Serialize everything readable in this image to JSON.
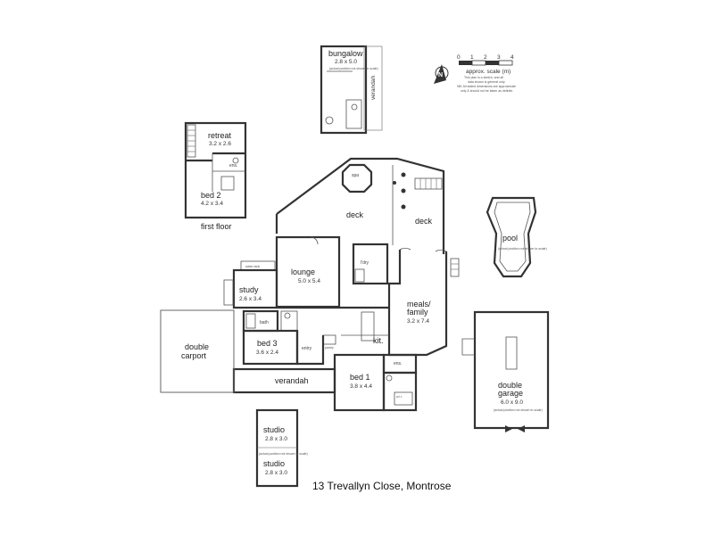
{
  "rooms": {
    "bungalow": {
      "name": "bungalow",
      "dims": "2.8 x 5.0",
      "note": "(actual position not shown to scale)"
    },
    "verandah_top": {
      "name": "verandah"
    },
    "retreat": {
      "name": "retreat",
      "dims": "3.2 x 2.6"
    },
    "ens_first": {
      "name": "ens."
    },
    "bed2": {
      "name": "bed 2",
      "dims": "4.2 x 3.4"
    },
    "first_floor": {
      "name": "first floor"
    },
    "spa": {
      "name": "spa"
    },
    "deck_left": {
      "name": "deck"
    },
    "deck_right": {
      "name": "deck"
    },
    "pool": {
      "name": "pool",
      "note": "(actual position not shown to scale)"
    },
    "water_tank": {
      "name": "water tank"
    },
    "lounge": {
      "name": "lounge",
      "dims": "5.0 x 5.4"
    },
    "ldry": {
      "name": "l'dry"
    },
    "study": {
      "name": "study",
      "dims": "2.6 x 3.4"
    },
    "meals_family": {
      "name": "meals/\nfamily",
      "line1": "meals/",
      "line2": "family",
      "dims": "3.2 x 7.4"
    },
    "bath": {
      "name": "bath"
    },
    "bed3": {
      "name": "bed 3",
      "dims": "3.6 x 2.4"
    },
    "entry": {
      "name": "entry"
    },
    "pantry": {
      "name": "pantry"
    },
    "kit": {
      "name": "kit."
    },
    "ens_ground": {
      "name": "ens."
    },
    "wir": {
      "name": "w.i.r."
    },
    "double_carport": {
      "line1": "double",
      "line2": "carport"
    },
    "verandah_bottom": {
      "name": "verandah"
    },
    "bed1": {
      "name": "bed 1",
      "dims": "3.8 x 4.4"
    },
    "double_garage": {
      "line1": "double",
      "line2": "garage",
      "dims": "6.0 x 9.0",
      "note": "(actual position not shown to scale)"
    },
    "studio_upper": {
      "name": "studio",
      "dims": "2.8 x 3.0",
      "note": "(actual position not shown to scale)"
    },
    "studio_lower": {
      "name": "studio",
      "dims": "2.8 x 3.0"
    }
  },
  "scale": {
    "ticks": [
      "0",
      "1",
      "2",
      "3",
      "4"
    ],
    "label": "approx. scale (m)",
    "note1": "This plan is a sketch, and all",
    "note2": "data shown is general only.",
    "note3": "NB: All stated dimensions are approximate",
    "note4": "only & should not be taken as definite."
  },
  "address": "13 Trevallyn Close, Montrose"
}
